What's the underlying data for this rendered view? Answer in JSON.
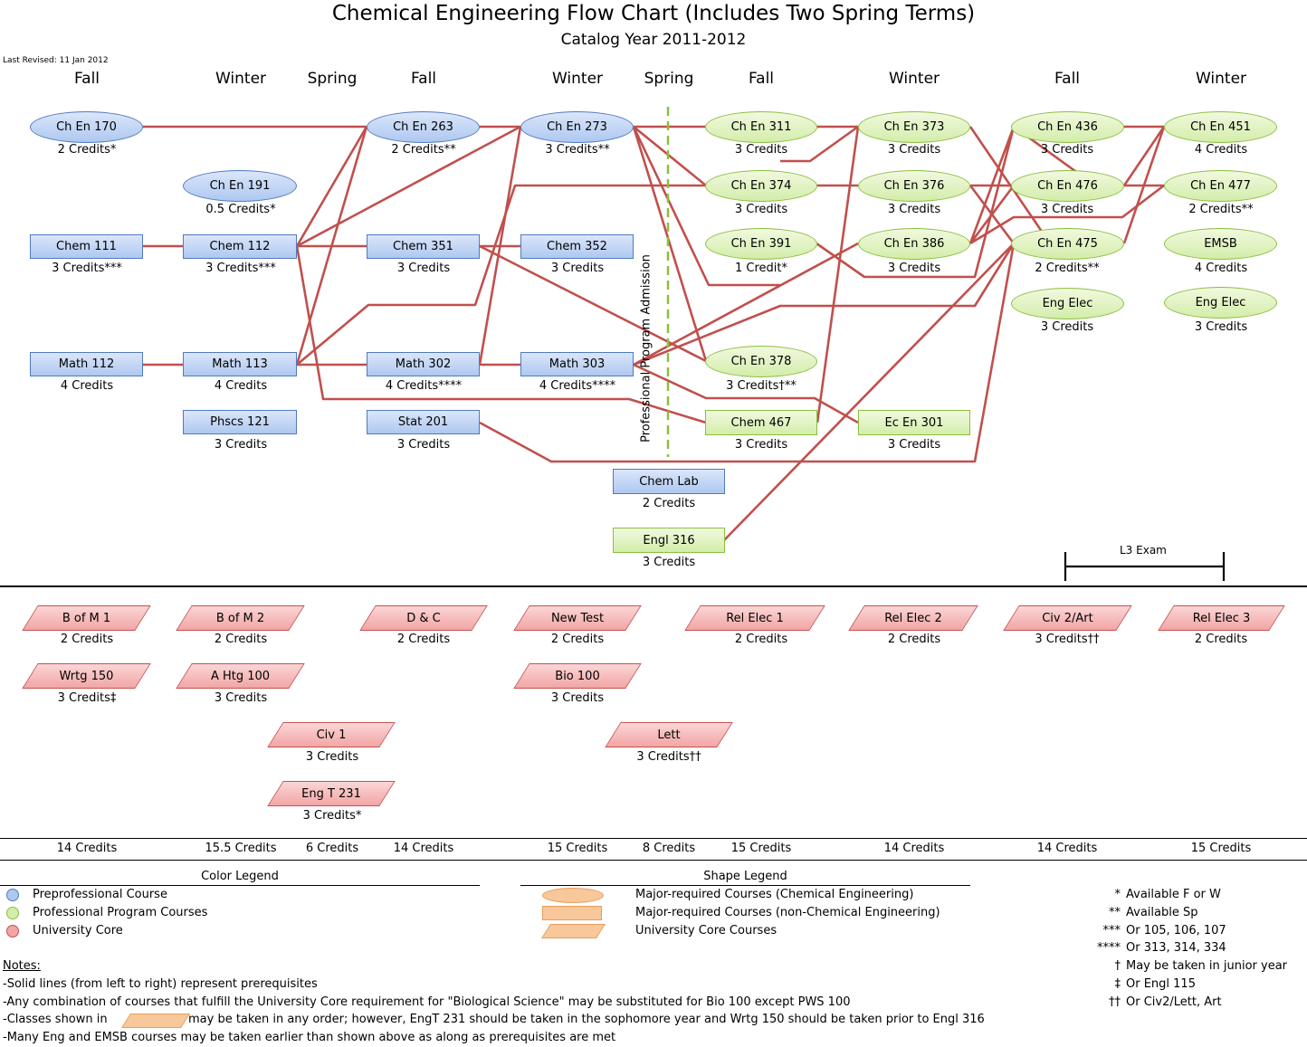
{
  "title": "Chemical Engineering Flow Chart (Includes Two Spring Terms)",
  "subtitle": "Catalog Year 2011-2012",
  "last_revised": "Last Revised: 11 Jan 2012",
  "terms": [
    "Fall",
    "Winter",
    "Spring",
    "Fall",
    "Winter",
    "Spring",
    "Fall",
    "Winter",
    "Fall",
    "Winter"
  ],
  "courses": {
    "chen170": {
      "label": "Ch En 170",
      "credits": "2 Credits*"
    },
    "chen191": {
      "label": "Ch En 191",
      "credits": "0.5 Credits*"
    },
    "chem111": {
      "label": "Chem 111",
      "credits": "3 Credits***"
    },
    "chem112": {
      "label": "Chem 112",
      "credits": "3 Credits***"
    },
    "math112": {
      "label": "Math 112",
      "credits": "4 Credits"
    },
    "math113": {
      "label": "Math 113",
      "credits": "4 Credits"
    },
    "phscs121": {
      "label": "Phscs 121",
      "credits": "3 Credits"
    },
    "chen263": {
      "label": "Ch En 263",
      "credits": "2 Credits**"
    },
    "chem351": {
      "label": "Chem 351",
      "credits": "3 Credits"
    },
    "math302": {
      "label": "Math 302",
      "credits": "4 Credits****"
    },
    "stat201": {
      "label": "Stat 201",
      "credits": "3 Credits"
    },
    "chen273": {
      "label": "Ch En 273",
      "credits": "3 Credits**"
    },
    "chem352": {
      "label": "Chem 352",
      "credits": "3 Credits"
    },
    "math303": {
      "label": "Math 303",
      "credits": "4 Credits****"
    },
    "chemlab": {
      "label": "Chem Lab",
      "credits": "2 Credits"
    },
    "engl316": {
      "label": "Engl 316",
      "credits": "3 Credits"
    },
    "chen311": {
      "label": "Ch En 311",
      "credits": "3 Credits"
    },
    "chen374": {
      "label": "Ch En 374",
      "credits": "3 Credits"
    },
    "chen391": {
      "label": "Ch En 391",
      "credits": "1 Credit*"
    },
    "chen378": {
      "label": "Ch En 378",
      "credits": "3 Credits†**"
    },
    "chem467": {
      "label": "Chem 467",
      "credits": "3 Credits"
    },
    "chen373": {
      "label": "Ch En 373",
      "credits": "3 Credits"
    },
    "chen376": {
      "label": "Ch En 376",
      "credits": "3 Credits"
    },
    "chen386": {
      "label": "Ch En 386",
      "credits": "3 Credits"
    },
    "ecen301": {
      "label": "Ec En 301",
      "credits": "3 Credits"
    },
    "chen436": {
      "label": "Ch En 436",
      "credits": "3 Credits"
    },
    "chen476": {
      "label": "Ch En 476",
      "credits": "3 Credits"
    },
    "chen475": {
      "label": "Ch En 475",
      "credits": "2 Credits**"
    },
    "engelec1": {
      "label": "Eng Elec",
      "credits": "3 Credits"
    },
    "chen451": {
      "label": "Ch En 451",
      "credits": "4 Credits"
    },
    "chen477": {
      "label": "Ch En 477",
      "credits": "2 Credits**"
    },
    "emsb": {
      "label": "EMSB",
      "credits": "4 Credits"
    },
    "engelec2": {
      "label": "Eng Elec",
      "credits": "3 Credits"
    },
    "bom1": {
      "label": "B of M 1",
      "credits": "2 Credits"
    },
    "wrtg150": {
      "label": "Wrtg 150",
      "credits": "3 Credits‡"
    },
    "bom2": {
      "label": "B of M 2",
      "credits": "2 Credits"
    },
    "ahtg100": {
      "label": "A Htg 100",
      "credits": "3 Credits"
    },
    "civ1": {
      "label": "Civ 1",
      "credits": "3 Credits"
    },
    "engt231": {
      "label": "Eng T 231",
      "credits": "3 Credits*"
    },
    "dc": {
      "label": "D & C",
      "credits": "2 Credits"
    },
    "newtest": {
      "label": "New Test",
      "credits": "2 Credits"
    },
    "bio100": {
      "label": "Bio 100",
      "credits": "3 Credits"
    },
    "lett": {
      "label": "Lett",
      "credits": "3 Credits††"
    },
    "relelec1": {
      "label": "Rel Elec 1",
      "credits": "2 Credits"
    },
    "relelec2": {
      "label": "Rel Elec 2",
      "credits": "2 Credits"
    },
    "civ2art": {
      "label": "Civ 2/Art",
      "credits": "3 Credits††"
    },
    "relelec3": {
      "label": "Rel Elec 3",
      "credits": "2 Credits"
    }
  },
  "professional_admission_label": "Professional Program Admission",
  "l3_exam": "L3 Exam",
  "totals": [
    "14 Credits",
    "15.5 Credits",
    "6 Credits",
    "14 Credits",
    "15 Credits",
    "8 Credits",
    "15 Credits",
    "14 Credits",
    "14 Credits",
    "15 Credits"
  ],
  "color_legend": {
    "title": "Color Legend",
    "items": [
      "Preprofessional Course",
      "Professional Program Courses",
      "University Core"
    ]
  },
  "shape_legend": {
    "title": "Shape Legend",
    "items": [
      "Major-required Courses (Chemical Engineering)",
      "Major-required Courses (non-Chemical Engineering)",
      "University Core Courses"
    ]
  },
  "footnotes": [
    {
      "mark": "*",
      "text": "Available F or W"
    },
    {
      "mark": "**",
      "text": "Available Sp"
    },
    {
      "mark": "***",
      "text": "Or 105, 106, 107"
    },
    {
      "mark": "****",
      "text": "Or 313, 314, 334"
    },
    {
      "mark": "†",
      "text": "May be taken in junior year"
    },
    {
      "mark": "‡",
      "text": "Or Engl 115"
    },
    {
      "mark": "††",
      "text": "Or Civ2/Lett, Art"
    }
  ],
  "notes": {
    "heading": "Notes:",
    "line1": "-Solid lines (from left to right) represent prerequisites",
    "line2": "-Any combination of courses that fulfill the University Core  requirement for \"Biological Science\" may be substituted for Bio 100 except PWS 100",
    "line3_a": "-Classes shown in",
    "line3_b": "may be taken in any order; however, EngT 231 should be taken in the sophomore year and Wrtg 150 should be taken prior to Engl 316",
    "line4": "-Many Eng and EMSB courses may be taken earlier than shown above as along as prerequisites are met"
  },
  "colors": {
    "blue": "#aec8f0",
    "green": "#d3edaa",
    "red": "#f2a5a5",
    "orange": "#f8c79a",
    "line": "#c0504d",
    "dashed": "#8cbf3f"
  }
}
